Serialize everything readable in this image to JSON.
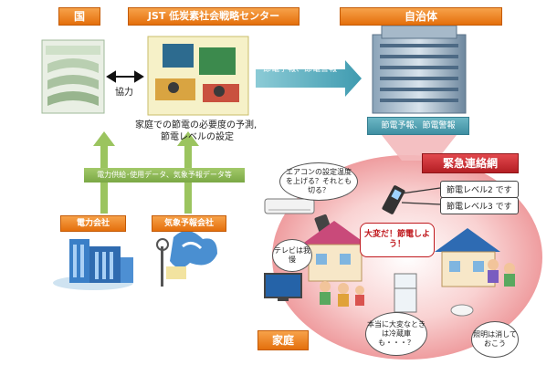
{
  "labels": {
    "country": "国",
    "jst": "JST 低炭素社会戦略センター",
    "municipality": "自治体",
    "power_company": "電力会社",
    "weather_company": "気象予報会社",
    "household": "家庭",
    "emergency_network": "緊急連絡網"
  },
  "texts": {
    "cooperation": "協力",
    "prediction_line1": "家庭での節電の必要度の予測,",
    "prediction_line2": "節電レベルの設定",
    "alert_to_city": "節電予報、節電警報",
    "alert_below_city": "節電予報、節電警報",
    "data_arrow": "電力供給･使用データ、気象予報データ等",
    "level2": "節電レベル2 です",
    "level3": "節電レベル3 です",
    "aircon_bubble": "エアコンの設定温度を上げる？それとも切る？",
    "tv_bubble": "テレビは我慢",
    "alarm_bubble": "大変だ！節電しよう！",
    "fridge_bubble": "本当に大変なときは冷蔵庫も・・・？",
    "light_bubble": "照明は消しておこう"
  }
}
